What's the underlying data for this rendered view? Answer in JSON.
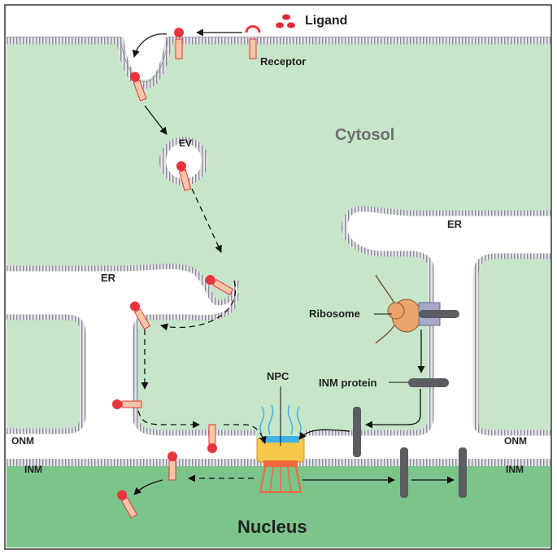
{
  "labels": {
    "ligand": "Ligand",
    "receptor": "Receptor",
    "cytosol": "Cytosol",
    "ev": "EV",
    "er_left": "ER",
    "er_right": "ER",
    "ribosome": "Ribosome",
    "inm_protein": "INM protein",
    "npc": "NPC",
    "onm_left": "ONM",
    "onm_right": "ONM",
    "inm_left": "INM",
    "inm_right": "INM",
    "nucleus": "Nucleus"
  },
  "colors": {
    "cytosol": "#c7e5c9",
    "nucleus": "#7cc48c",
    "membrane": "#d6d8e0",
    "membrane_edge": "#8a8c96",
    "receptor_red": "#e8343a",
    "receptor_fill": "#f7c6a6",
    "npc_yellow": "#f7c84a",
    "npc_blue": "#3fb1e6",
    "npc_red": "#f06a3a",
    "ribosome": "#eba36a",
    "inm_protein": "#5b5d62",
    "ligand": "#e02a33"
  }
}
